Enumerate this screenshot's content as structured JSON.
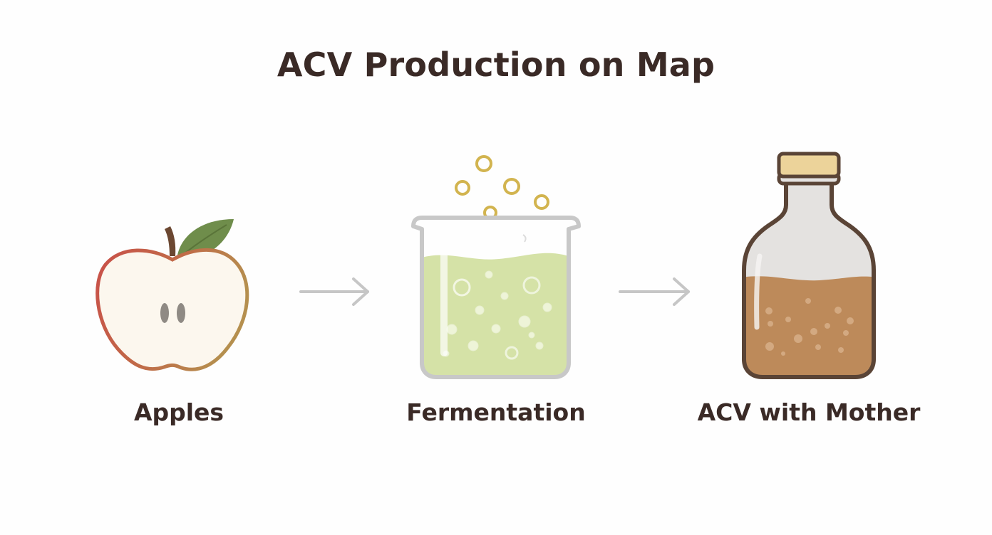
{
  "title": "ACV Production on Map",
  "steps": [
    {
      "label": "Apples",
      "icon": "apple-half-icon"
    },
    {
      "label": "Fermentation",
      "icon": "fermentation-beaker-icon"
    },
    {
      "label": "ACV with Mother",
      "icon": "vinegar-bottle-icon"
    }
  ],
  "colors": {
    "text": "#3a2a26",
    "arrow": "#c6c6c6",
    "apple_skin_red": "#c95049",
    "apple_skin_gold": "#b98a4c",
    "apple_flesh": "#fcf7ee",
    "leaf": "#6f8d4b",
    "stem": "#6b4731",
    "seed": "#8f8a84",
    "beaker_outline": "#c8c8c8",
    "ferment_liquid": "#d5e2a7",
    "bubble_ring": "#d2b44f",
    "bottle_outline": "#5a4436",
    "bottle_glass": "#e4e2e0",
    "vinegar_liquid": "#bd8a5a",
    "cork": "#ecd39a"
  }
}
